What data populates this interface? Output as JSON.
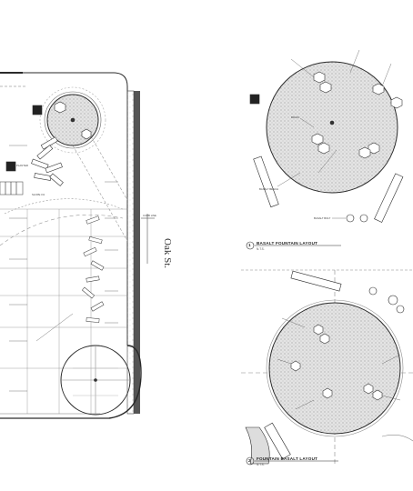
{
  "street_label": "Oak St.",
  "detail_1": {
    "number": "1",
    "title": "BASALT FOUNTAIN LAYOUT",
    "scale": "N.T.S."
  },
  "detail_2": {
    "number": "2",
    "title": "FOUNTAIN BASALT LAYOUT",
    "scale": "N.T.S."
  },
  "callouts": {
    "basalt_bench": "BASALT BENCH",
    "drain": "DRAIN",
    "basalt_bolt": "BASALT BOLT",
    "planter": "PLANTER",
    "slope": "SLOPE 1%",
    "curb": "CURB LINE"
  },
  "colors": {
    "line": "#2a2a2a",
    "light": "#9a9a9a",
    "fill_paving": "#d6d6d6"
  }
}
